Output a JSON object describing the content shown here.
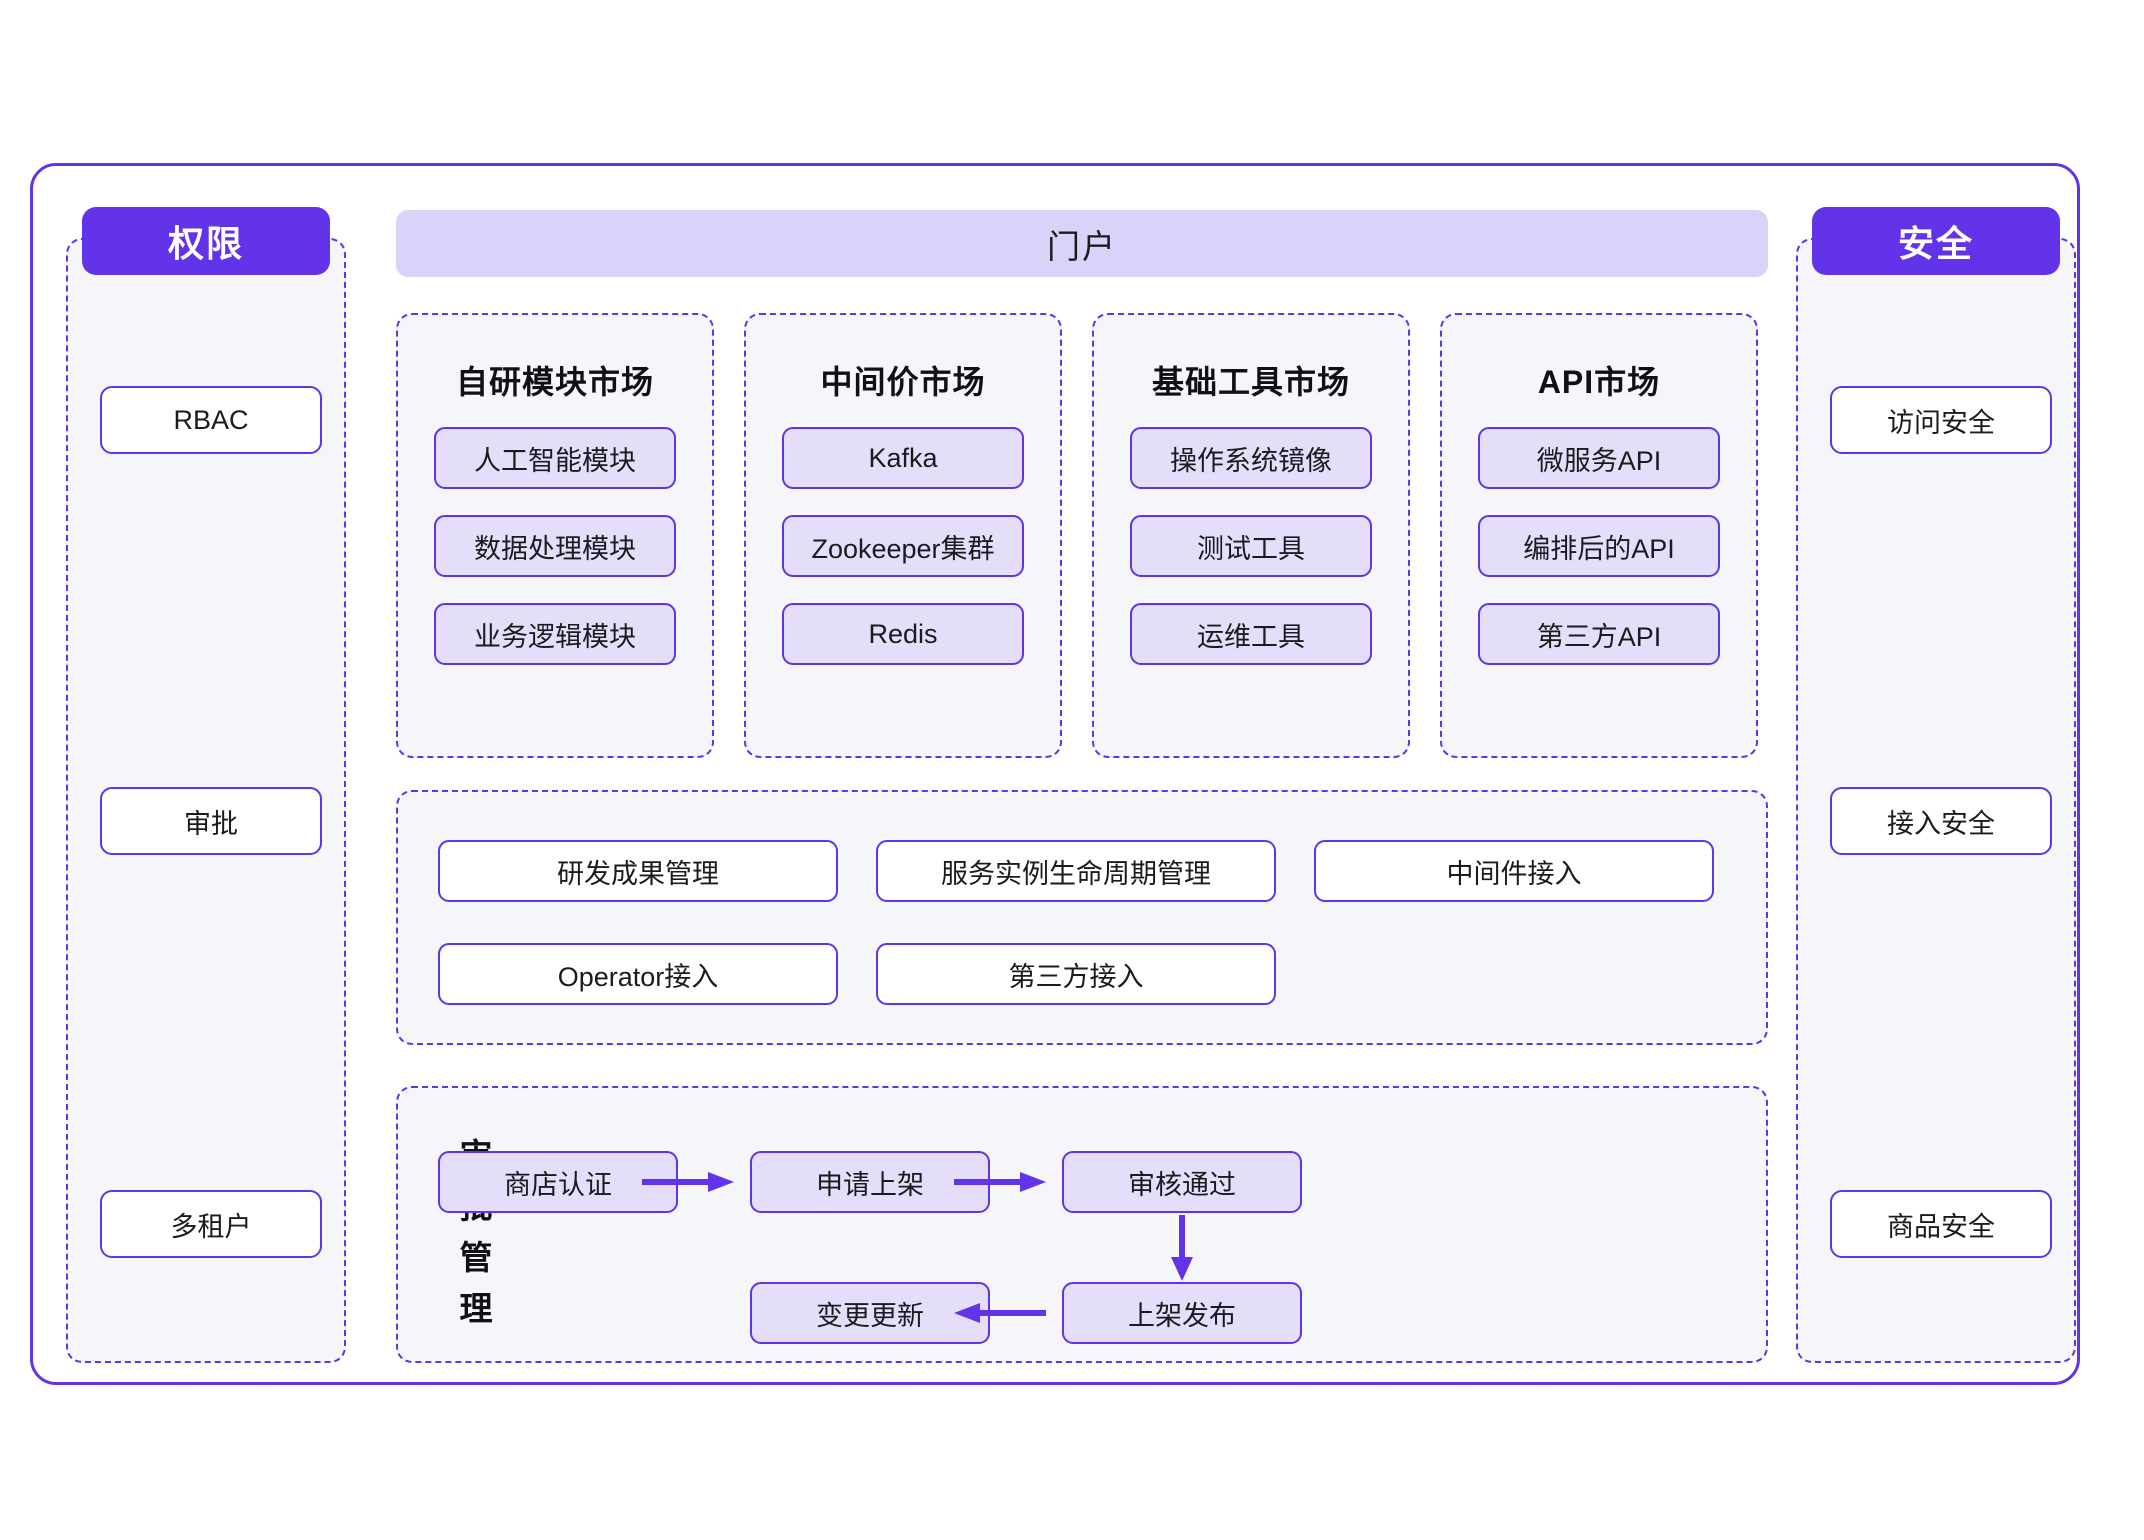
{
  "diagram": {
    "left_column": {
      "badge": "权限",
      "items": [
        "RBAC",
        "审批",
        "多租户"
      ]
    },
    "right_column": {
      "badge": "安全",
      "items": [
        "访问安全",
        "接入安全",
        "商品安全"
      ]
    },
    "portal": {
      "title": "门户"
    },
    "markets": [
      {
        "title": "自研模块市场",
        "items": [
          "人工智能模块",
          "数据处理模块",
          "业务逻辑模块"
        ]
      },
      {
        "title": "中间价市场",
        "items": [
          "Kafka",
          "Zookeeper集群",
          "Redis"
        ]
      },
      {
        "title": "基础工具市场",
        "items": [
          "操作系统镜像",
          "测试工具",
          "运维工具"
        ]
      },
      {
        "title": "API市场",
        "items": [
          "微服务API",
          "编排后的API",
          "第三方API"
        ]
      }
    ],
    "capabilities": [
      "研发成果管理",
      "服务实例生命周期管理",
      "中间件接入",
      "Operator接入",
      "第三方接入"
    ],
    "approval": {
      "label_chars": [
        "审",
        "批",
        "管",
        "理"
      ],
      "nodes": [
        "商店认证",
        "申请上架",
        "审核通过",
        "上架发布",
        "变更更新"
      ],
      "arrows": [
        {
          "name": "arrow-shop-to-apply",
          "direction": "right"
        },
        {
          "name": "arrow-apply-to-review",
          "direction": "right"
        },
        {
          "name": "arrow-review-to-publish",
          "direction": "down"
        },
        {
          "name": "arrow-publish-to-update",
          "direction": "left"
        }
      ]
    },
    "colors": {
      "accent": "#6233E8",
      "badge_fill": "#6233E8",
      "portal_fill": "#DAD2F8",
      "chip_fill": "#E5DEFA",
      "panel_fill": "#F5F6FA",
      "page_background": "#FFFFFF",
      "text": "#1B1B1F"
    }
  }
}
